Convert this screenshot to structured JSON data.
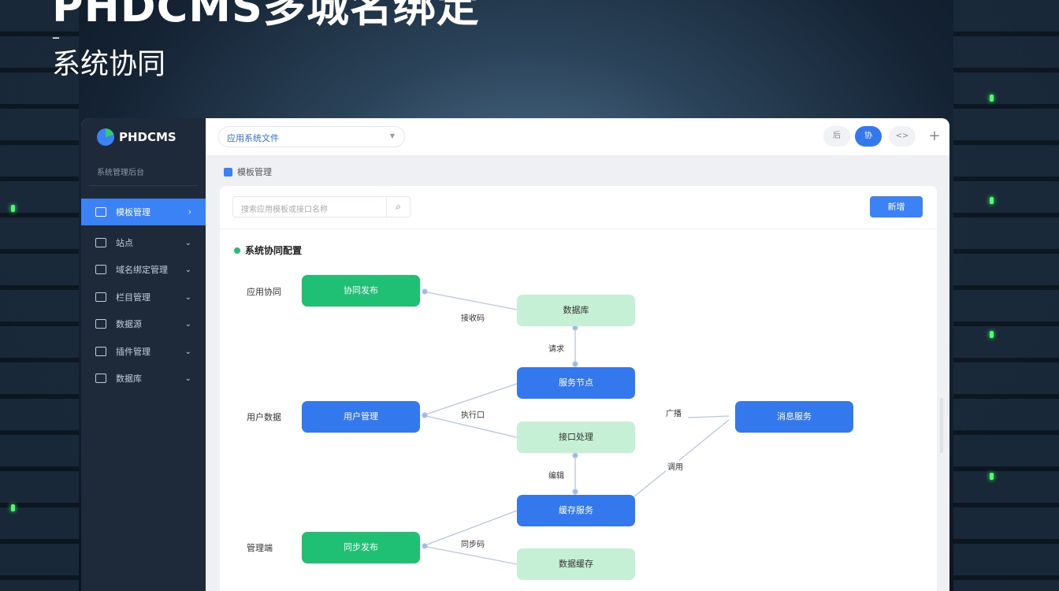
{
  "hero": {
    "title": "PHDCMS多城名绑定",
    "dash": "–",
    "subtitle": "系统协同"
  },
  "sidebar": {
    "logo": "PHDCMS",
    "subtitle": "系统管理后台",
    "items": [
      {
        "label": "模板管理",
        "icon": "box-icon",
        "active": true
      },
      {
        "label": "站点",
        "icon": "monitor-icon"
      },
      {
        "label": "域名绑定管理",
        "icon": "calendar-icon"
      },
      {
        "label": "栏目管理",
        "icon": "grid-icon"
      },
      {
        "label": "数据源",
        "icon": "database-icon"
      },
      {
        "label": "插件管理",
        "icon": "plugin-icon"
      },
      {
        "label": "数据库",
        "icon": "file-icon"
      }
    ]
  },
  "topbar": {
    "select_value": "应用系统文件",
    "pills": [
      "后",
      "协",
      "<>"
    ],
    "add": "+"
  },
  "breadcrumb": "模板管理",
  "card": {
    "search_placeholder": "搜索应用模板或接口名称",
    "primary_button": "新增",
    "section_title": "系统协同配置"
  },
  "flow": {
    "row_labels": [
      "应用协同",
      "用户数据",
      "管理端"
    ],
    "nodes": [
      "协同发布",
      "数据库",
      "服务节点",
      "用户管理",
      "接口处理",
      "缓存服务",
      "同步发布",
      "数据缓存",
      "消息服务"
    ],
    "edge_labels": [
      "接收码",
      "请求",
      "执行口",
      "编辑",
      "同步码",
      "广播",
      "调用"
    ]
  },
  "colors": {
    "accent": "#3b82f6",
    "green": "#1fbf74",
    "light_green": "#c6f0d6",
    "sidebar": "#1e2939"
  }
}
